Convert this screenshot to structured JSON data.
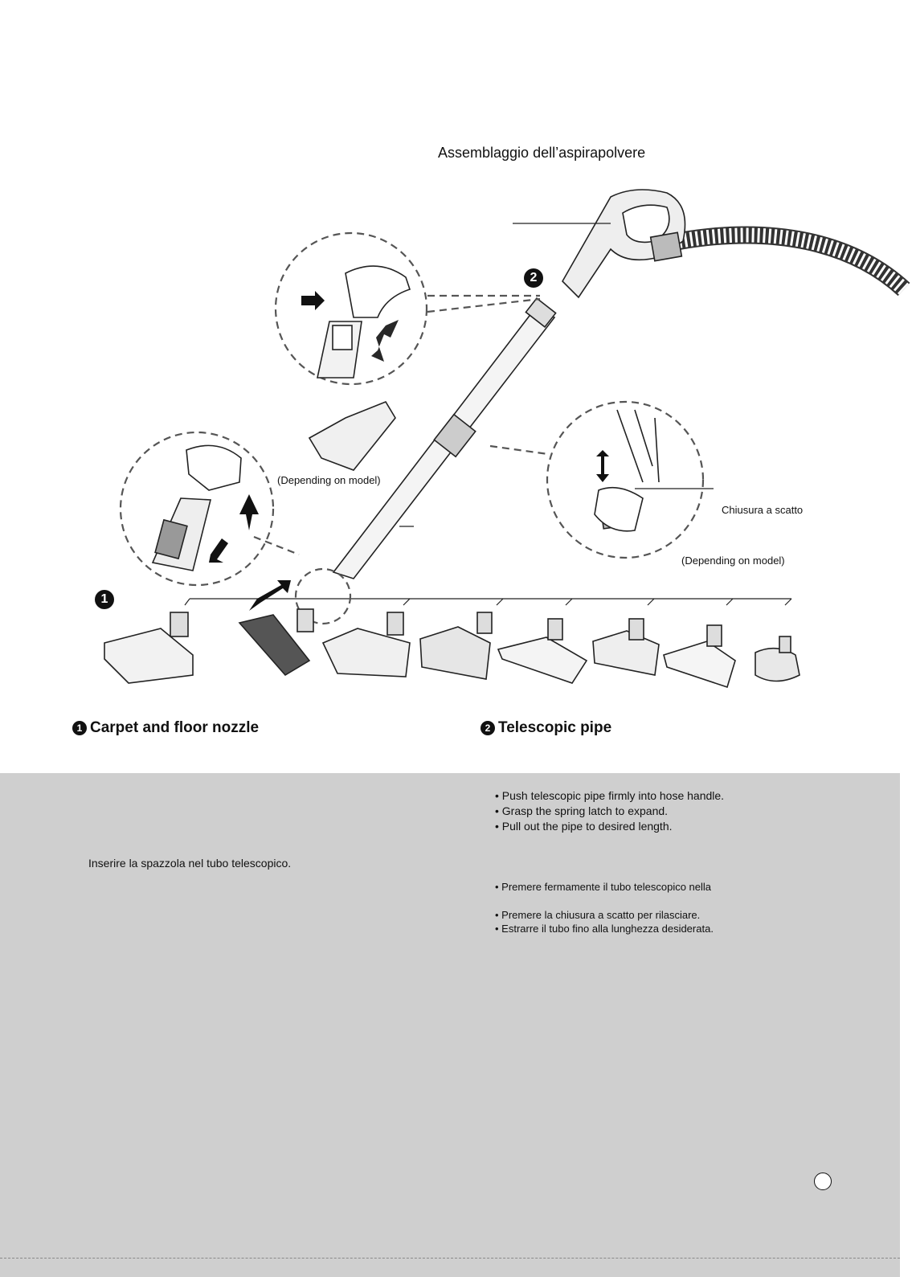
{
  "title": "Assemblaggio dell’aspirapolvere",
  "captions": {
    "depending_left": "(Depending on model)",
    "depending_right": "(Depending on model)",
    "latch_label": "Chiusura a scatto"
  },
  "badges": {
    "one": "1",
    "two": "2"
  },
  "sections": {
    "nozzle": {
      "number": "1",
      "heading": "Carpet and floor nozzle",
      "italian": "Inserire la spazzola nel tubo telescopico."
    },
    "pipe": {
      "number": "2",
      "heading": "Telescopic pipe",
      "english": [
        "• Push telescopic pipe firmly into hose handle.",
        "• Grasp the spring latch to expand.",
        "• Pull out the pipe to desired length."
      ],
      "italian": [
        "• Premere fermamente il tubo telescopico nella",
        "",
        "• Premere la chiusura a scatto per rilasciare.",
        "• Estrarre il tubo fino alla lunghezza desiderata."
      ]
    }
  },
  "icons": [
    "hand-icon",
    "arrow-icon",
    "nozzle-icon",
    "hose-handle-icon",
    "telescopic-pipe-icon",
    "latch-icon"
  ]
}
